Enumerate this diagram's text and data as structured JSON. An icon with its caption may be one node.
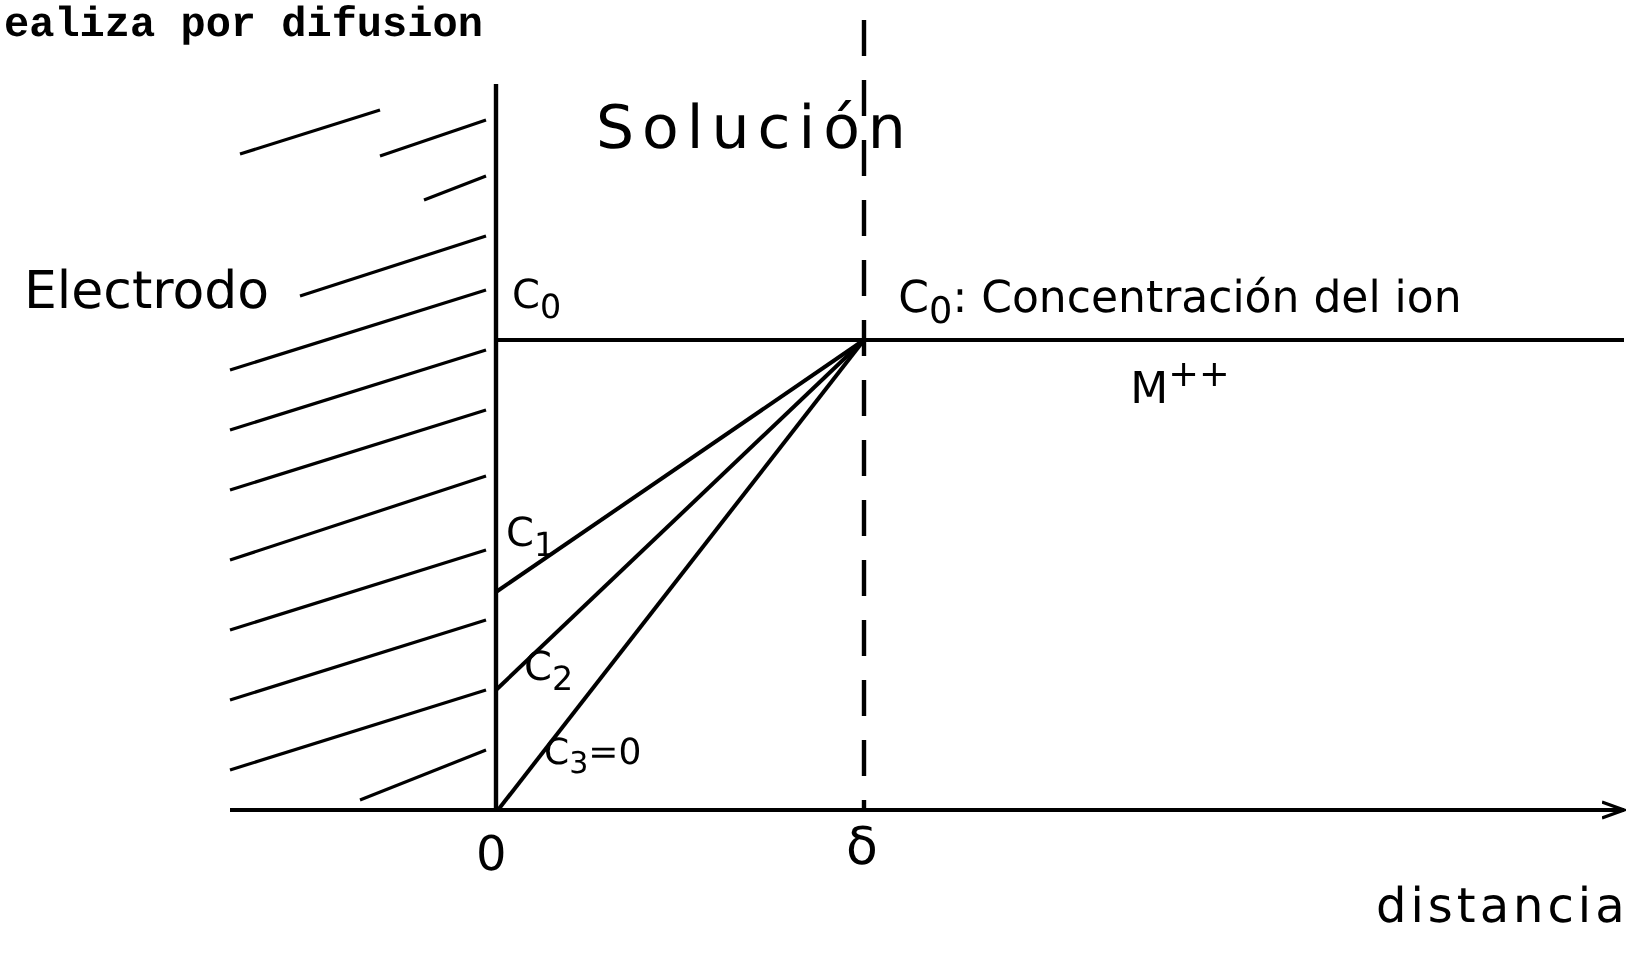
{
  "diagram": {
    "labels": [
      "ealiza por difusion",
      "Electrodo",
      "Solución",
      "C$_{0}$",
      "C$_{0}$: Concentración del ion M$^{++}$",
      "C$_{1}$",
      "C$_{2}$",
      "C$_{3}$=0",
      "0",
      "δ",
      "distancia"
    ]
  }
}
